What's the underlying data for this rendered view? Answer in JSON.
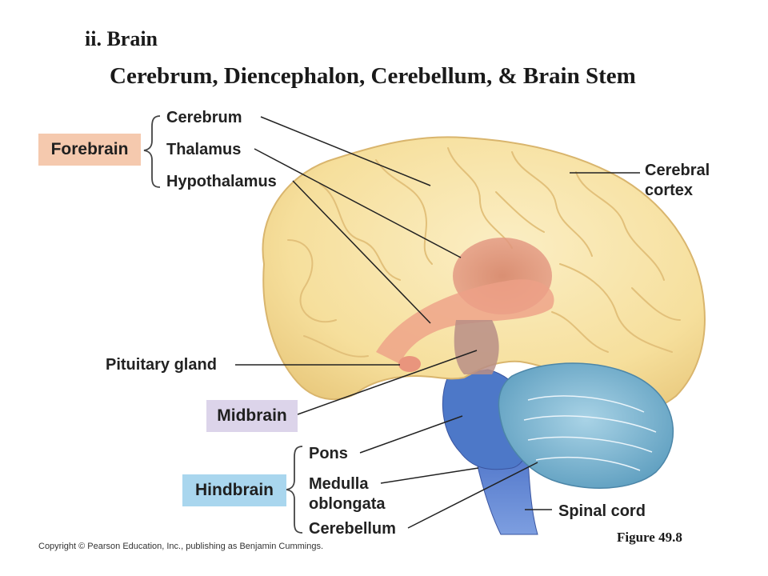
{
  "title": "ii. Brain",
  "subtitle": "Cerebrum, Diencephalon, Cerebellum, & Brain Stem",
  "groups": {
    "forebrain": "Forebrain",
    "midbrain": "Midbrain",
    "hindbrain": "Hindbrain"
  },
  "group_colors": {
    "forebrain": "#f5c9ae",
    "midbrain": "#dcd4ea",
    "hindbrain": "#a9d6ee"
  },
  "labels": {
    "cerebrum": "Cerebrum",
    "thalamus": "Thalamus",
    "hypothalamus": "Hypothalamus",
    "cerebral_cortex_line1": "Cerebral",
    "cerebral_cortex_line2": "cortex",
    "pituitary_gland": "Pituitary gland",
    "pons": "Pons",
    "medulla_line1": "Medulla",
    "medulla_line2": "oblongata",
    "cerebellum": "Cerebellum",
    "spinal_cord": "Spinal cord"
  },
  "structure_colors": {
    "cerebrum": "#f7e3a6",
    "cerebellum": "#7fb8d3",
    "brainstem": "#3e5fb8",
    "diencephalon": "#e8a28a"
  },
  "figure_label": "Figure 49.8",
  "copyright": "Copyright © Pearson Education, Inc., publishing as Benjamin Cummings."
}
